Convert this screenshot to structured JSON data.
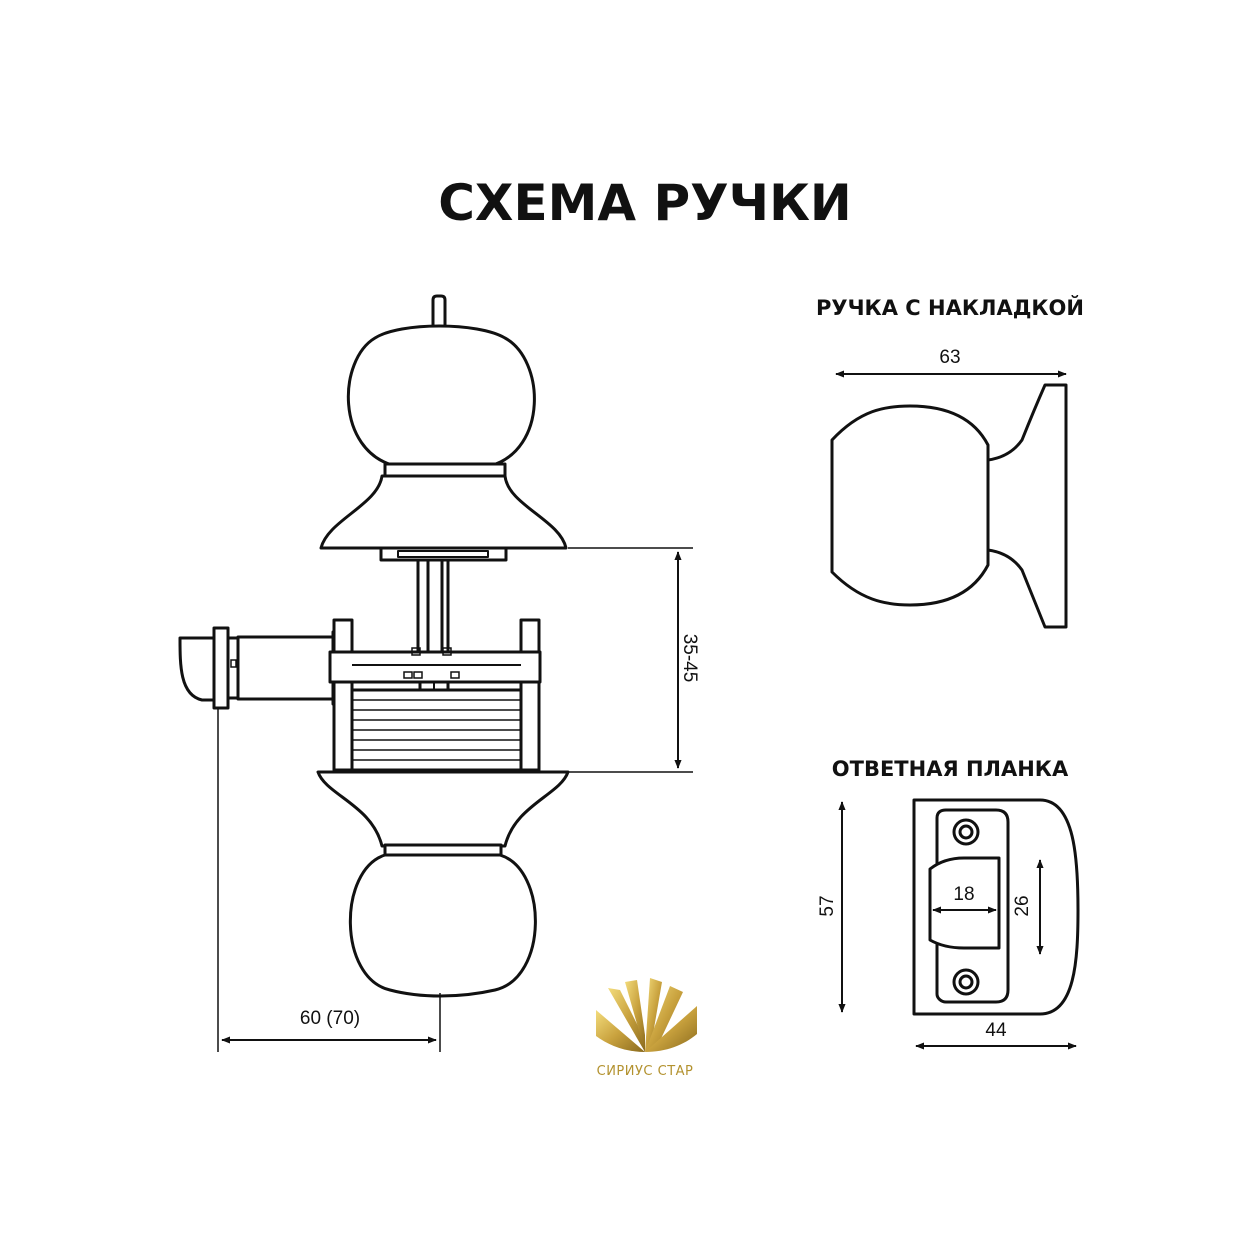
{
  "title": "СХЕМА РУЧКИ",
  "sections": {
    "handle_with_rose": "РУЧКА С НАКЛАДКОЙ",
    "strike_plate": "ОТВЕТНАЯ ПЛАНКА"
  },
  "dimensions": {
    "door_thickness": "35-45",
    "backset": "60 (70)",
    "handle_length": "63",
    "strike_height": "57",
    "strike_width": "44",
    "opening_width": "18",
    "opening_height": "26"
  },
  "brand": {
    "name": "СИРИУС СТАР",
    "color": "#b3922f"
  },
  "icons": {
    "logo": "gold-sunburst-logo"
  }
}
